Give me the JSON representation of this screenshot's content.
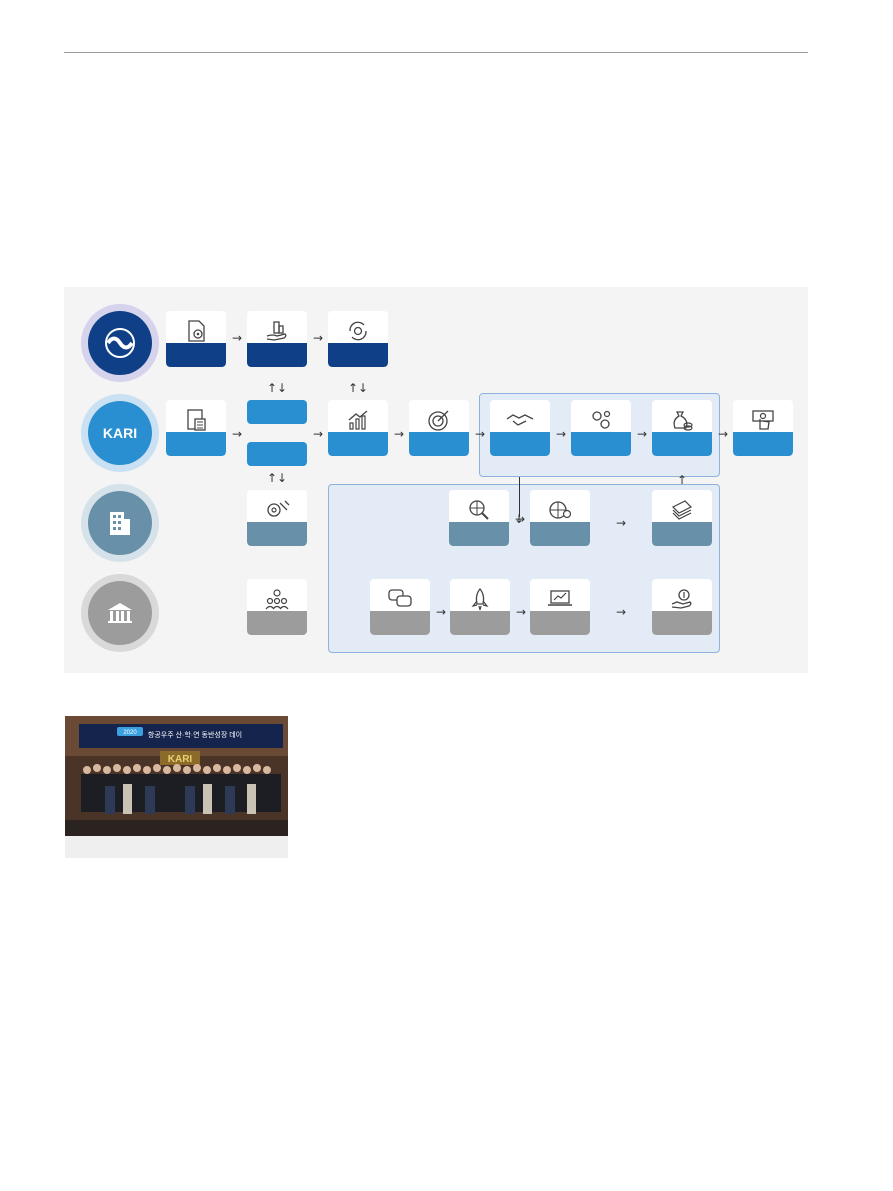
{
  "actors": [
    {
      "id": "government",
      "icon": "government-emblem-icon",
      "color": "#0f3f86"
    },
    {
      "id": "kari",
      "icon": "kari-logo-icon",
      "logo_text": "KARI",
      "color": "#2a8fd0"
    },
    {
      "id": "industry",
      "icon": "building-icon",
      "color": "#6890a8"
    },
    {
      "id": "academia",
      "icon": "university-icon",
      "color": "#9c9c9c"
    }
  ],
  "flow": {
    "government": [
      "document-gear-icon",
      "hand-building-icon",
      "cycle-gear-icon"
    ],
    "kari": [
      "calculator-document-icon",
      "growth-chart-icon",
      "target-icon",
      "handshake-icon",
      "gears-icon",
      "money-bag-icon",
      "hand-cash-icon"
    ],
    "industry": [
      "gear-wrench-icon",
      "globe-search-icon",
      "globe-gear-icon",
      "cash-stack-icon"
    ],
    "academia": [
      "people-idea-icon",
      "chat-bubbles-icon",
      "rocket-icon",
      "laptop-chart-icon",
      "hand-coin-icon"
    ]
  },
  "colors": {
    "navy": "#0f3f86",
    "blue": "#2a8fd0",
    "slate": "#6890a8",
    "gray": "#9c9c9c",
    "panel": "#f4f4f4"
  },
  "photo": {
    "banner_badge": "2020",
    "banner_text": "항공우주 산·학·연 동반성장 데이",
    "stage_sign": "KARI"
  }
}
